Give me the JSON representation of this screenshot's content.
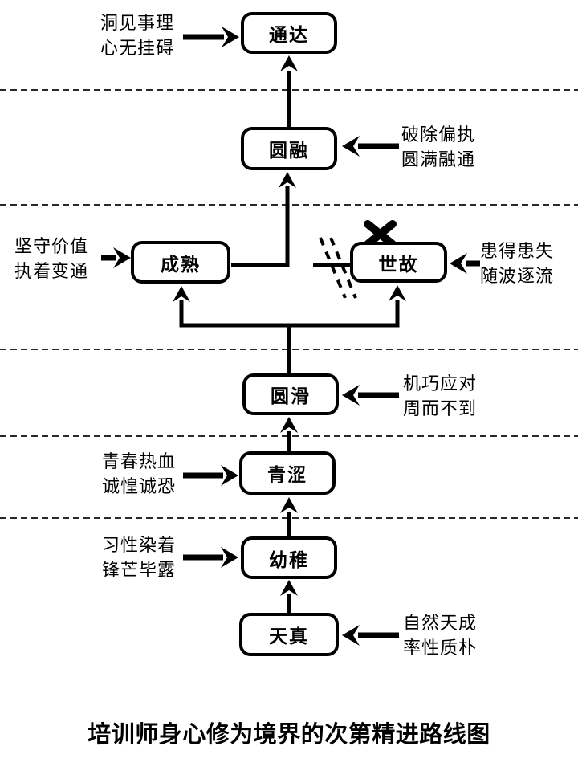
{
  "title": "培训师身心修为境界的次第精进路线图",
  "nodes": [
    {
      "id": "tongda",
      "label": "通达"
    },
    {
      "id": "yuanrong",
      "label": "圆融"
    },
    {
      "id": "chengshu",
      "label": "成熟"
    },
    {
      "id": "shigu",
      "label": "世故"
    },
    {
      "id": "yuanhua",
      "label": "圆滑"
    },
    {
      "id": "qingse",
      "label": "青涩"
    },
    {
      "id": "youzhi",
      "label": "幼稚"
    },
    {
      "id": "tianzhen",
      "label": "天真"
    }
  ],
  "annotations": [
    {
      "for": "通达",
      "side": "left",
      "line1": "洞见事理",
      "line2": "心无挂碍"
    },
    {
      "for": "圆融",
      "side": "right",
      "line1": "破除偏执",
      "line2": "圆满融通"
    },
    {
      "for": "成熟",
      "side": "left",
      "line1": "坚守价值",
      "line2": "执着变通"
    },
    {
      "for": "世故",
      "side": "right",
      "line1": "患得患失",
      "line2": "随波逐流"
    },
    {
      "for": "圆滑",
      "side": "right",
      "line1": "机巧应对",
      "line2": "周而不到"
    },
    {
      "for": "青涩",
      "side": "left",
      "line1": "青春热血",
      "line2": "诚惶诚恐"
    },
    {
      "for": "幼稚",
      "side": "left",
      "line1": "习性染着",
      "line2": "锋芒毕露"
    },
    {
      "for": "天真",
      "side": "right",
      "line1": "自然天成",
      "line2": "率性质朴"
    }
  ],
  "marks": {
    "blocked_cross_icon": "✕"
  },
  "colors": {
    "ink": "#000000",
    "background": "#ffffff",
    "divider_line": "#2a2a2a"
  }
}
